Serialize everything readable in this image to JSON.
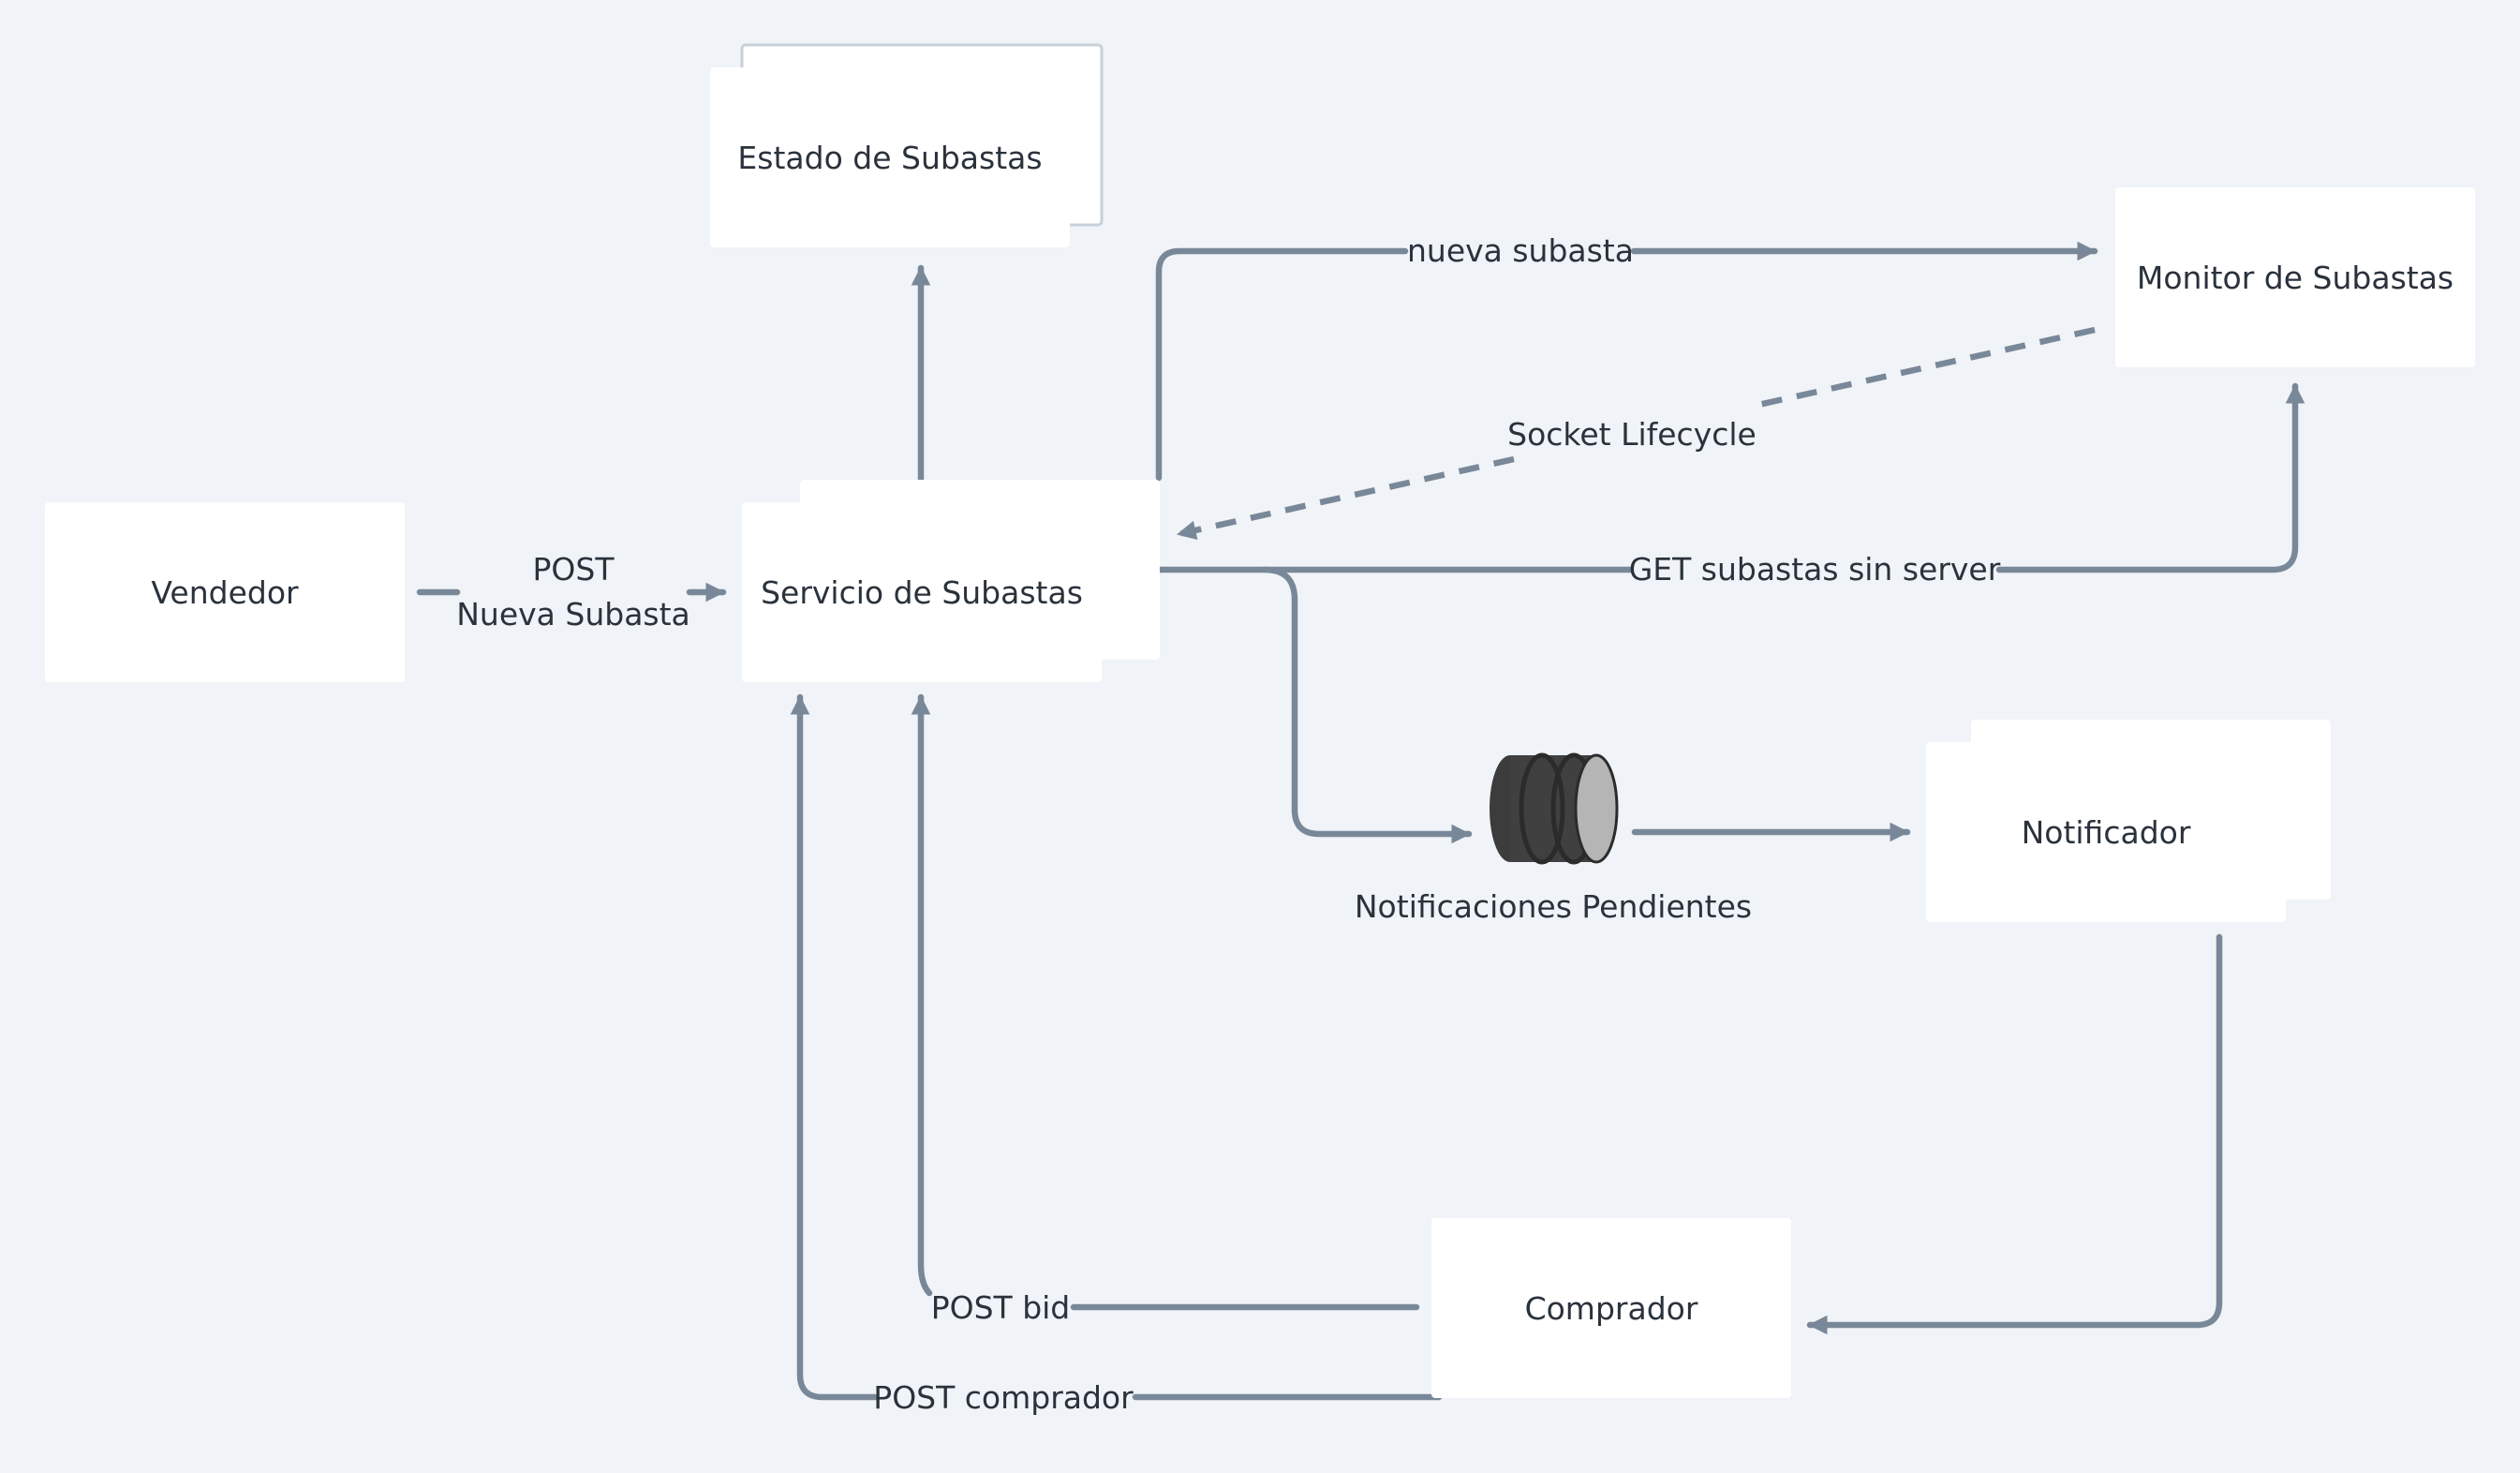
{
  "nodes": {
    "estado": "Estado de Subastas",
    "servicio": "Servicio de Subastas",
    "vendedor": "Vendedor",
    "monitor": "Monitor de Subastas",
    "notificador": "Notificador",
    "comprador": "Comprador",
    "queue": "Notificaciones Pendientes"
  },
  "edges": {
    "post_line1": "POST",
    "post_line2": "Nueva Subasta",
    "nueva_subasta": "nueva subasta",
    "socket_lifecycle": "Socket Lifecycle",
    "get_subastas": "GET subastas sin server",
    "post_bid": "POST bid",
    "post_comprador": "POST comprador"
  },
  "colors": {
    "background": "#f0f3f7",
    "edge": "#798898",
    "queue": "#404040"
  }
}
